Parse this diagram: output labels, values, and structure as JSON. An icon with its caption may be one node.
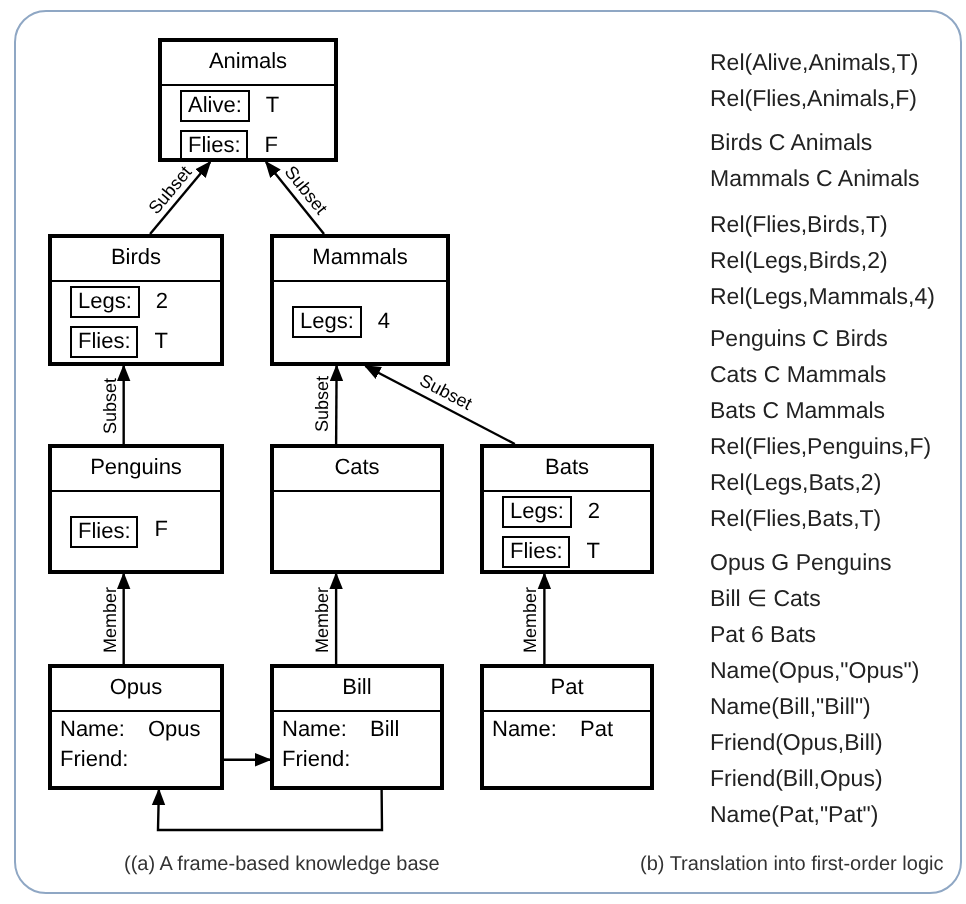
{
  "diagram": {
    "nodes": [
      {
        "text": [
          "Animals"
        ]
      },
      {
        "text": [
          "Alive:"
        ],
        "in": 0,
        "beside": [
          "T"
        ]
      },
      {
        "text": [
          "Flies:"
        ],
        "in": 0,
        "beside": [
          "F"
        ]
      },
      {
        "text": [
          "Birds"
        ]
      },
      {
        "text": [
          "Legs:"
        ],
        "in": 3,
        "beside": [
          "2"
        ]
      },
      {
        "text": [
          "Flies:"
        ],
        "in": 3,
        "beside": [
          "T"
        ]
      },
      {
        "text": [
          "Mammals"
        ]
      },
      {
        "text": [
          "Legs:"
        ],
        "in": 6,
        "beside": [
          "4"
        ]
      },
      {
        "text": [
          "Penguins"
        ]
      },
      {
        "text": [
          "Flies:"
        ],
        "in": 8,
        "beside": [
          "F"
        ]
      },
      {
        "text": [
          "Cats"
        ]
      },
      {
        "text": [
          "Bats"
        ]
      },
      {
        "text": [
          "Legs:"
        ],
        "in": 11,
        "beside": [
          "2"
        ]
      },
      {
        "text": [
          "Flies:"
        ],
        "in": 11,
        "beside": [
          "T"
        ]
      },
      {
        "text": [
          "Opus",
          "Name:",
          "Opus",
          "Friend:"
        ]
      },
      {
        "text": [
          "Bill",
          "Name:",
          "Bill",
          "Friend:"
        ]
      },
      {
        "text": [
          "Pat",
          "Name:",
          "Pat"
        ]
      }
    ],
    "edges": [
      {
        "from": 3,
        "to": 0,
        "arrow": "to",
        "label": "Subset"
      },
      {
        "from": 6,
        "to": 0,
        "arrow": "to",
        "label": "Subset"
      },
      {
        "from": 8,
        "to": 3,
        "arrow": "to",
        "label": "Subset"
      },
      {
        "from": 10,
        "to": 6,
        "arrow": "to",
        "label": "Subset"
      },
      {
        "from": 11,
        "to": 6,
        "arrow": "to",
        "label": "Subset"
      },
      {
        "from": 14,
        "to": 8,
        "arrow": "to",
        "label": "Member"
      },
      {
        "from": 15,
        "to": 10,
        "arrow": "to",
        "label": "Member"
      },
      {
        "from": 16,
        "to": 11,
        "arrow": "to",
        "label": "Member"
      },
      {
        "from": 14,
        "to": 15,
        "arrow": "to"
      },
      {
        "from": 15,
        "to": 14,
        "arrow": "to"
      }
    ],
    "labels": [
      "Rel(Alive,Animals,T)",
      "Rel(Flies,Animals,F)",
      "Birds  C  Animals",
      "Mammals  C  Animals",
      "Rel(Flies,Birds,T)",
      "Rel(Legs,Birds,2)",
      "Rel(Legs,Mammals,4)",
      "Penguins  C  Birds",
      "Cats  C  Mammals",
      "Bats  C  Mammals",
      "Rel(Flies,Penguins,F)",
      "Rel(Legs,Bats,2)",
      "Rel(Flies,Bats,T)",
      "Opus G Penguins",
      "Bill ∈ Cats",
      "Pat 6 Bats",
      "Name(Opus,\"Opus\")",
      "Name(Bill,\"Bill\")",
      "Friend(Opus,Bill)",
      "Friend(Bill,Opus)",
      "Name(Pat,\"Pat\")",
      "((a) A frame-based knowledge base",
      "(b) Translation into first-order logic"
    ]
  }
}
